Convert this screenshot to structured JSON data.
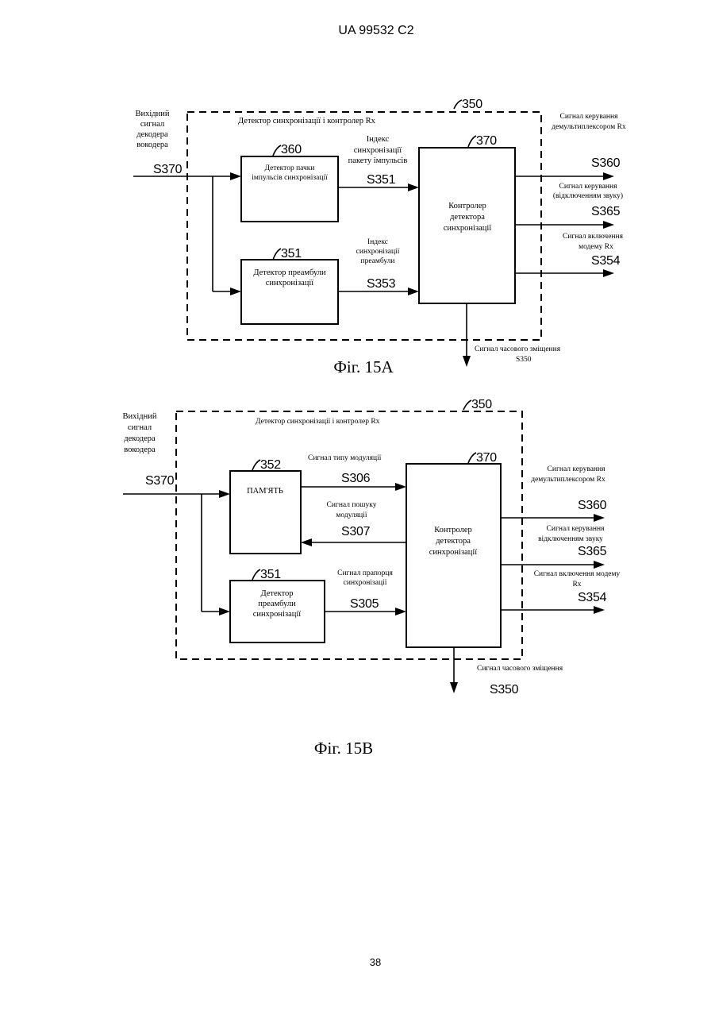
{
  "header": {
    "patent_id": "UA   99532   C2"
  },
  "footer": {
    "page_number": "38"
  },
  "fig15a": {
    "caption": "Фіг. 15А",
    "ref_outer": "350",
    "outer_title": "Детектор синхронізації і контролер Rx",
    "input_label": [
      "Вихідний",
      "сигнал",
      "декодера",
      "вокодера"
    ],
    "input_signal": "S370",
    "block_burst": {
      "ref": "360",
      "lines": [
        "Детектор пачки",
        "імпульсів синхронізації"
      ]
    },
    "block_preamble": {
      "ref": "351",
      "lines": [
        "Детектор преамбули",
        "синхронізації"
      ]
    },
    "block_controller": {
      "ref": "370",
      "lines": [
        "Контролер",
        "детектора",
        "синхронізації"
      ]
    },
    "burst_index_label": [
      "Індекс",
      "синхронізації",
      "пакету імпульсів"
    ],
    "burst_index_signal": "S351",
    "preamble_index_label": [
      "Індекс",
      "синхронізації",
      "преамбули"
    ],
    "preamble_index_signal": "S353",
    "demux_label": [
      "Сигнал керування",
      "демультиплексором Rx"
    ],
    "demux_signal": "S360",
    "mute_label": [
      "Сигнал керування",
      "(відключенням звуку)"
    ],
    "mute_signal": "S365",
    "modem_label": [
      "Сигнал включення",
      "модему Rx"
    ],
    "modem_signal": "S354",
    "offset_label": [
      "Сигнал часового зміщення",
      "S350"
    ]
  },
  "fig15b": {
    "caption": "Фіг. 15В",
    "ref_outer": "350",
    "outer_title": "Детектор синхронізації і контролер Rx",
    "input_label": [
      "Вихідний",
      "сигнал",
      "декодера",
      "вокодера"
    ],
    "input_signal": "S370",
    "block_memory": {
      "ref": "352",
      "lines": [
        "ПАМ'ЯТЬ"
      ]
    },
    "block_preamble": {
      "ref": "351",
      "lines": [
        "Детектор",
        "преамбули",
        "синхронізації"
      ]
    },
    "block_controller": {
      "ref": "370",
      "lines": [
        "Контролер",
        "детектора",
        "синхронізації"
      ]
    },
    "mod_type_label": [
      "Сигнал типу модуляції"
    ],
    "mod_type_signal": "S306",
    "mod_search_label": [
      "Сигнал пошуку",
      "модуляції"
    ],
    "mod_search_signal": "S307",
    "sync_flag_label": [
      "Сигнал прапорця",
      "синхронізації"
    ],
    "sync_flag_signal": "S305",
    "demux_label": [
      "Сигнал керування",
      "демультиплексором Rx"
    ],
    "demux_signal": "S360",
    "mute_label": [
      "Сигнал керування",
      "відключенням звуку"
    ],
    "mute_signal": "S365",
    "modem_label": [
      "Сигнал включення модему",
      "Rx"
    ],
    "modem_signal": "S354",
    "offset_label": [
      "Сигнал часового зміщення"
    ],
    "offset_signal": "S350"
  }
}
